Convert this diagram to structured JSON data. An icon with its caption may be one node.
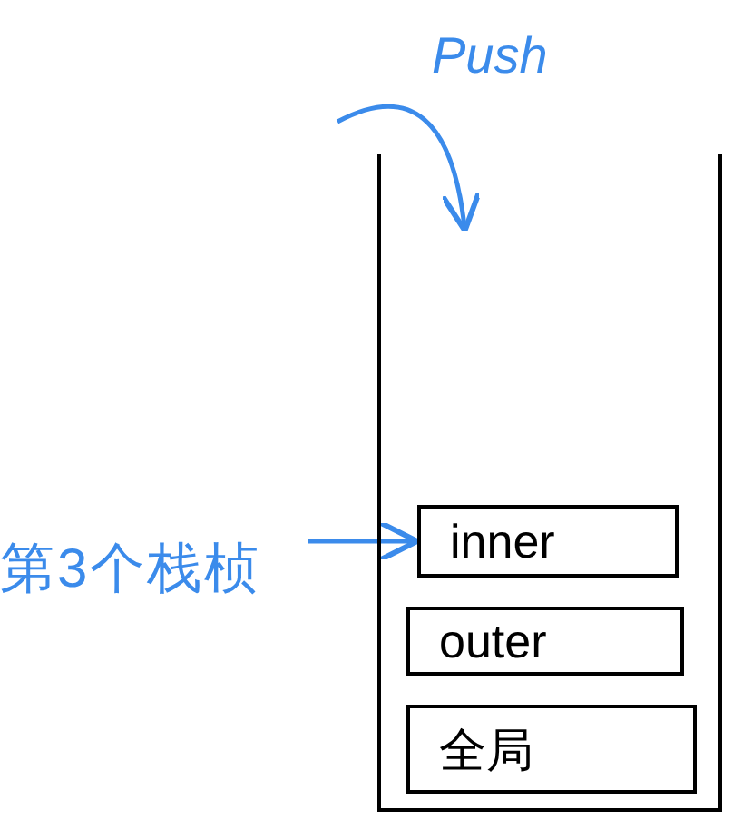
{
  "diagram": {
    "nodes": [
      {
        "text": [],
        "shape": "box"
      },
      {
        "text": [
          "inner"
        ],
        "in": 0
      },
      {
        "text": [
          "outer"
        ],
        "in": 0
      },
      {
        "text": [
          "全局"
        ],
        "in": 0
      },
      {
        "text": [
          "第3个栈桢"
        ]
      }
    ],
    "edges": [
      {
        "from": null,
        "to": 0,
        "arrow": "to",
        "label": "Push"
      },
      {
        "from": 4,
        "to": 1,
        "arrow": "to"
      }
    ]
  }
}
